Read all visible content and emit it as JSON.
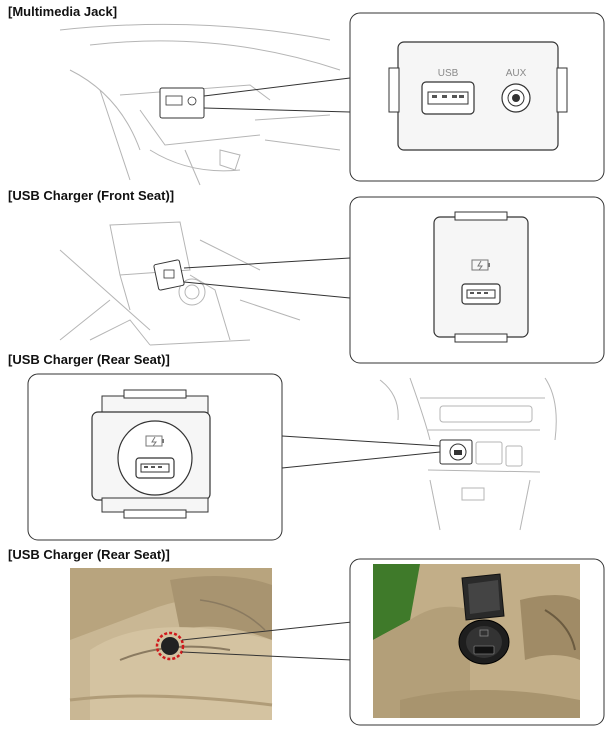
{
  "sections": [
    {
      "heading": "[Multimedia Jack]",
      "port_labels": [
        "USB",
        "AUX"
      ]
    },
    {
      "heading": "[USB Charger (Front Seat)]"
    },
    {
      "heading": "[USB Charger (Rear Seat)]"
    },
    {
      "heading": "[USB Charger (Rear Seat)]"
    }
  ],
  "colors": {
    "line": "#333333",
    "light_line": "#b5b5b5",
    "panel_fill": "#f6f6f6",
    "photo_beige": "#c9b794",
    "photo_dark": "#8a7a60",
    "photo_green": "#3f7a2a",
    "highlight_ring": "#d0191c"
  }
}
